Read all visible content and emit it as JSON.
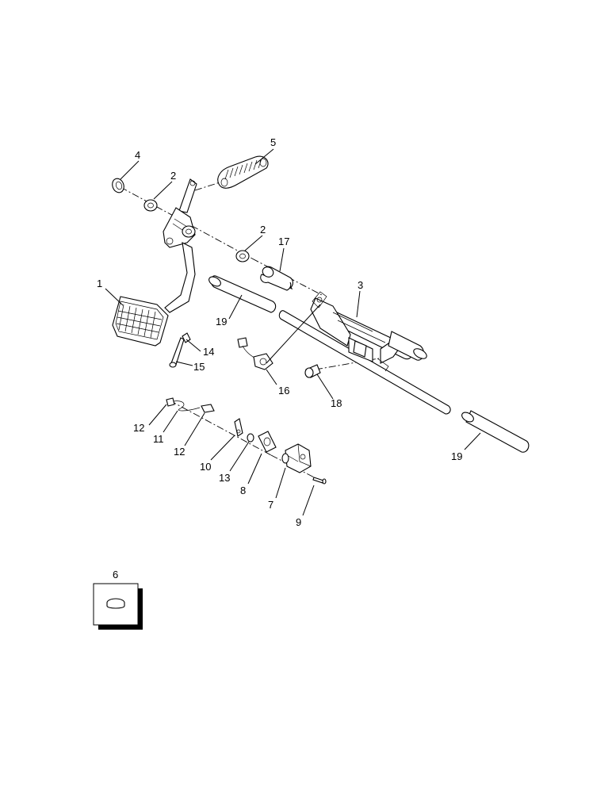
{
  "callouts": [
    {
      "id": "c1",
      "text": "1"
    },
    {
      "id": "c2a",
      "text": "2"
    },
    {
      "id": "c2b",
      "text": "2"
    },
    {
      "id": "c3",
      "text": "3"
    },
    {
      "id": "c4",
      "text": "4"
    },
    {
      "id": "c5",
      "text": "5"
    },
    {
      "id": "c6",
      "text": "6"
    },
    {
      "id": "c7",
      "text": "7"
    },
    {
      "id": "c8",
      "text": "8"
    },
    {
      "id": "c9",
      "text": "9"
    },
    {
      "id": "c10",
      "text": "10"
    },
    {
      "id": "c11",
      "text": "11"
    },
    {
      "id": "c12a",
      "text": "12"
    },
    {
      "id": "c12b",
      "text": "12"
    },
    {
      "id": "c13",
      "text": "13"
    },
    {
      "id": "c14",
      "text": "14"
    },
    {
      "id": "c15",
      "text": "15"
    },
    {
      "id": "c16",
      "text": "16"
    },
    {
      "id": "c17",
      "text": "17"
    },
    {
      "id": "c18",
      "text": "18"
    },
    {
      "id": "c19a",
      "text": "19"
    },
    {
      "id": "c19b",
      "text": "19"
    }
  ]
}
